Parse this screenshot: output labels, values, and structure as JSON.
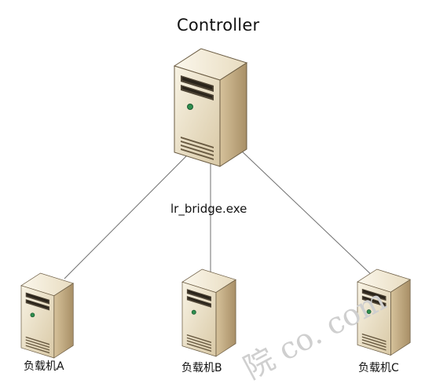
{
  "diagram": {
    "controller_label": "Controller",
    "process_label": "lr_bridge.exe",
    "load_generators": [
      {
        "label": "负载机A"
      },
      {
        "label": "负载机B"
      },
      {
        "label": "负载机C"
      }
    ],
    "watermark": "院 co. com",
    "colors": {
      "line": "#6f6f6f",
      "server_face": "#efe6cf",
      "server_side": "#c7b18a",
      "server_dark": "#6a5b42",
      "text": "#111111",
      "watermark": "#cfcfcf"
    }
  }
}
